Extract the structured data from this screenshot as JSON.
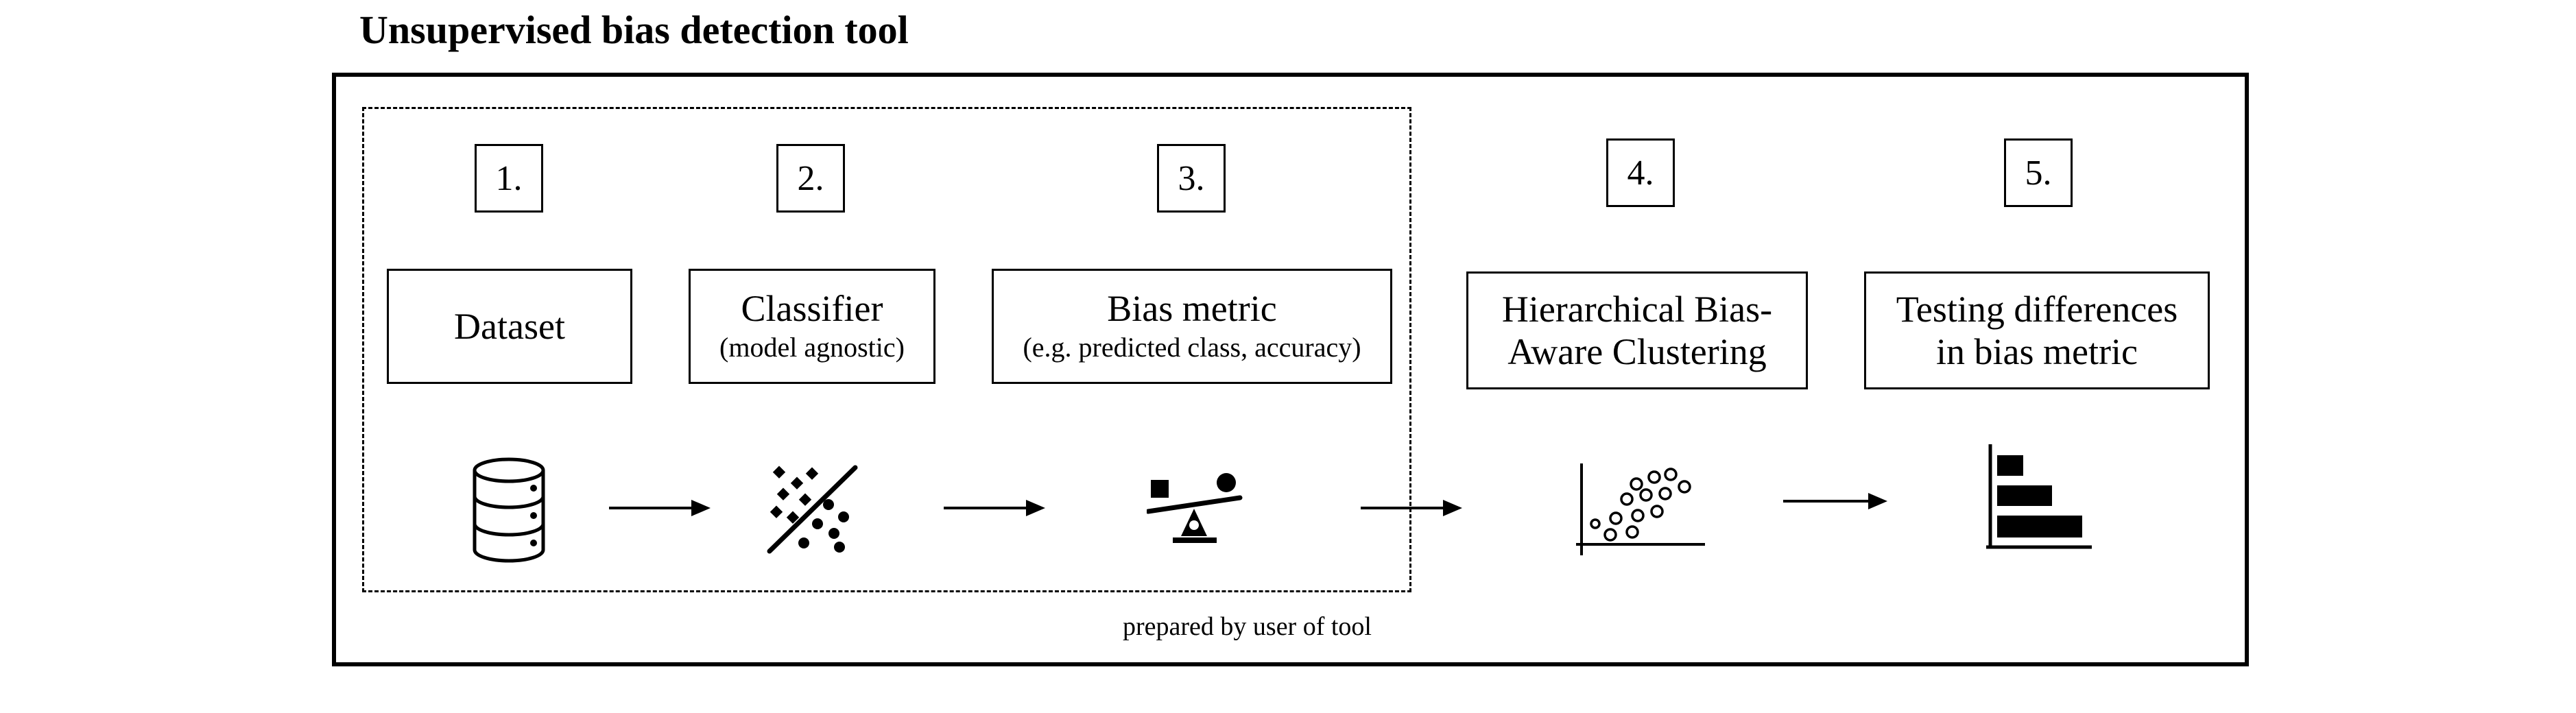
{
  "title": "Unsupervised bias detection tool",
  "steps": [
    {
      "number": "1.",
      "label": "Dataset",
      "sub": "",
      "icon": "database-icon"
    },
    {
      "number": "2.",
      "label": "Classifier",
      "sub": "(model agnostic)",
      "icon": "classifier-icon"
    },
    {
      "number": "3.",
      "label": "Bias metric",
      "sub": "(e.g. predicted class, accuracy)",
      "icon": "balance-scale-icon"
    },
    {
      "number": "4.",
      "label_line1": "Hierarchical Bias-",
      "label_line2": "Aware Clustering",
      "icon": "scatter-cluster-icon"
    },
    {
      "number": "5.",
      "label_line1": "Testing differences",
      "label_line2": "in bias metric",
      "icon": "bar-chart-icon"
    }
  ],
  "note": "prepared by user of tool"
}
